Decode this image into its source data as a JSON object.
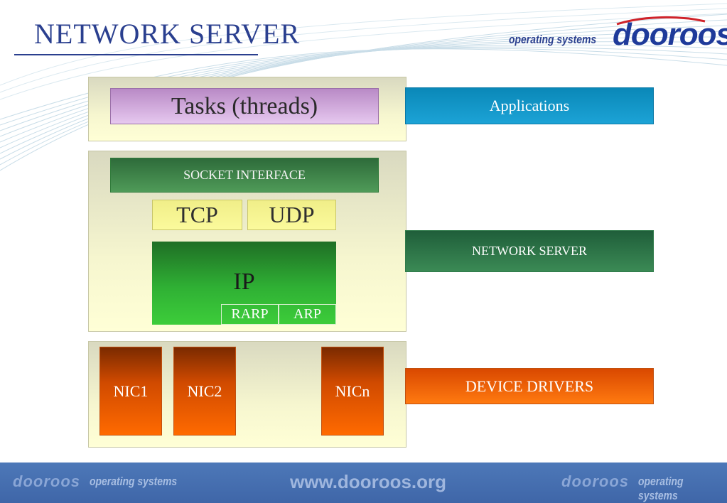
{
  "header": {
    "title": "NETWORK SERVER",
    "logo_tagline": "operating systems",
    "logo_brand": "dooroos"
  },
  "diagram": {
    "tasks": "Tasks (threads)",
    "socket": "SOCKET INTERFACE",
    "tcp": "TCP",
    "udp": "UDP",
    "ip": "IP",
    "rarp": "RARP",
    "arp": "ARP",
    "nic1": "NIC1",
    "nic2": "NIC2",
    "nicn": "NICn",
    "label_apps": "Applications",
    "label_network": "NETWORK SERVER",
    "label_devices": "DEVICE DRIVERS"
  },
  "footer": {
    "brand_left": "dooroos",
    "tag_left": "operating systems",
    "url": "www.dooroos.org",
    "brand_right": "dooroos",
    "tag_right": "operating systems"
  },
  "colors": {
    "title": "#2a3f8f",
    "footer": "#4d78b8",
    "applications": "#1ca3d6",
    "network": "#3b8a55",
    "devices": "#ff7a10"
  }
}
